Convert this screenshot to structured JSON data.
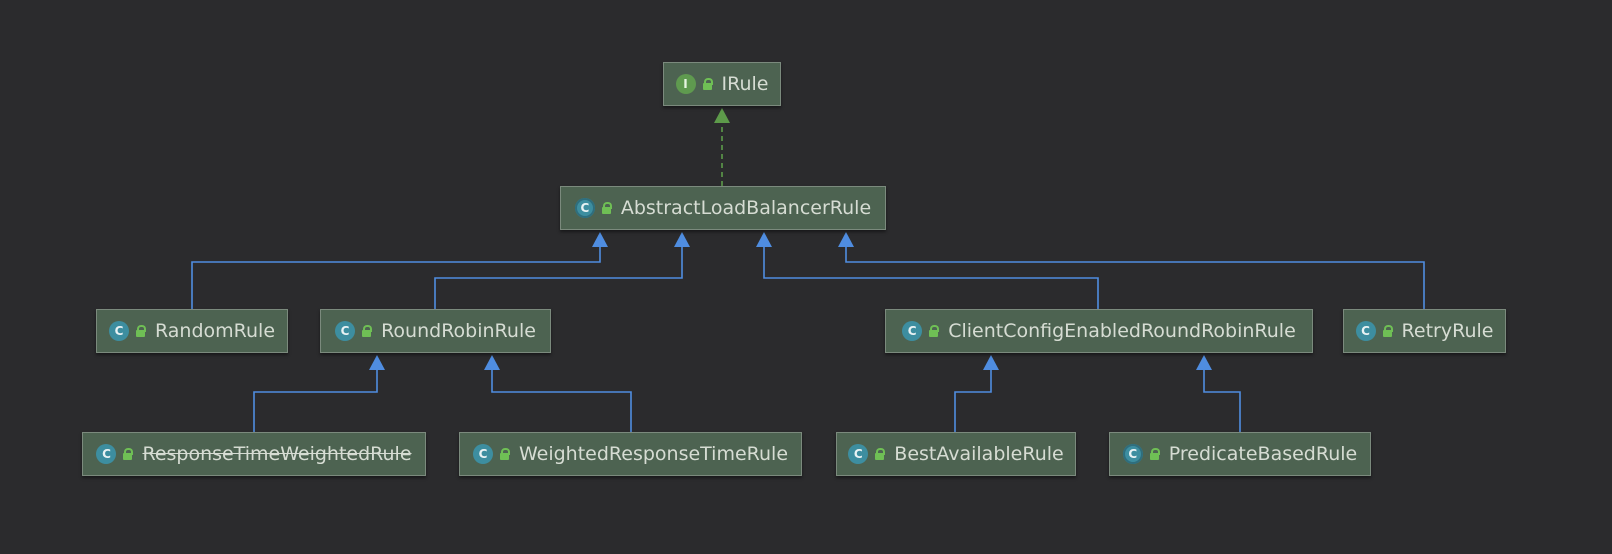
{
  "colors": {
    "background": "#2b2b2d",
    "node_fill": "#4d6351",
    "inherit_edge": "#4f8de0",
    "implement_edge": "#5d9a4a"
  },
  "nodes": [
    {
      "id": "irule",
      "label": "IRule",
      "kind": "interface",
      "badge": "I",
      "deprecated": false
    },
    {
      "id": "abstract",
      "label": "AbstractLoadBalancerRule",
      "kind": "abstract-class",
      "badge": "C",
      "deprecated": false
    },
    {
      "id": "random",
      "label": "RandomRule",
      "kind": "class",
      "badge": "C",
      "deprecated": false
    },
    {
      "id": "roundrobin",
      "label": "RoundRobinRule",
      "kind": "class",
      "badge": "C",
      "deprecated": false
    },
    {
      "id": "clientconfig",
      "label": "ClientConfigEnabledRoundRobinRule",
      "kind": "class",
      "badge": "C",
      "deprecated": false
    },
    {
      "id": "retry",
      "label": "RetryRule",
      "kind": "class",
      "badge": "C",
      "deprecated": false
    },
    {
      "id": "responsetime",
      "label": "ResponseTimeWeightedRule",
      "kind": "class",
      "badge": "C",
      "deprecated": true
    },
    {
      "id": "weighted",
      "label": "WeightedResponseTimeRule",
      "kind": "class",
      "badge": "C",
      "deprecated": false
    },
    {
      "id": "bestavailable",
      "label": "BestAvailableRule",
      "kind": "class",
      "badge": "C",
      "deprecated": false
    },
    {
      "id": "predicate",
      "label": "PredicateBasedRule",
      "kind": "abstract-class",
      "badge": "C",
      "deprecated": false
    }
  ],
  "edges": [
    {
      "from": "abstract",
      "to": "irule",
      "type": "implements"
    },
    {
      "from": "random",
      "to": "abstract",
      "type": "extends"
    },
    {
      "from": "roundrobin",
      "to": "abstract",
      "type": "extends"
    },
    {
      "from": "clientconfig",
      "to": "abstract",
      "type": "extends"
    },
    {
      "from": "retry",
      "to": "abstract",
      "type": "extends"
    },
    {
      "from": "responsetime",
      "to": "roundrobin",
      "type": "extends"
    },
    {
      "from": "weighted",
      "to": "roundrobin",
      "type": "extends"
    },
    {
      "from": "bestavailable",
      "to": "clientconfig",
      "type": "extends"
    },
    {
      "from": "predicate",
      "to": "clientconfig",
      "type": "extends"
    }
  ]
}
